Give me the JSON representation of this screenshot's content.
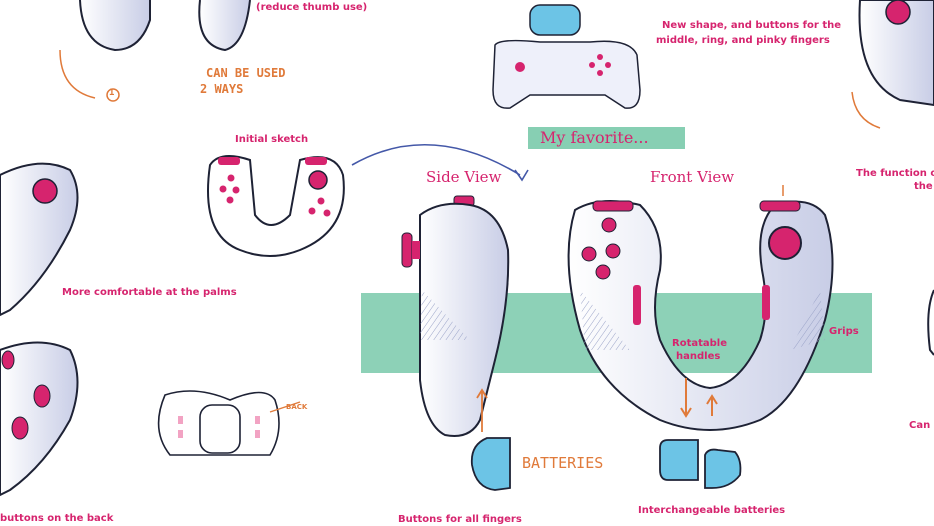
{
  "labels": {
    "reduce_thumb": "(reduce thumb use)",
    "can_be_used": "CAN BE USED",
    "two_ways": "2 WAYS",
    "circle_one": "1",
    "new_shape": "New shape, and buttons for the",
    "new_shape_2": "middle, ring, and pinky fingers",
    "initial_sketch": "Initial sketch",
    "my_favorite": "My favorite...",
    "side_view": "Side View",
    "front_view": "Front View",
    "more_comfortable": "More comfortable at the palms",
    "grips": "Grips",
    "rotatable": "Rotatable",
    "handles": "handles",
    "batteries": "BATTERIES",
    "buttons_back": "buttons on the back",
    "buttons_all": "Buttons for all fingers",
    "interchangeable": "Interchangeable batteries",
    "back": "BACK",
    "function_partial": "The function o",
    "function_partial_2": "the",
    "can_partial": "Can"
  },
  "colors": {
    "pink": "#d6246e",
    "orange": "#e07a3a",
    "teal": "#87cfb3",
    "blue": "#6cc4e6",
    "ink": "#1e2235",
    "arrow_blue": "#4458a8"
  }
}
